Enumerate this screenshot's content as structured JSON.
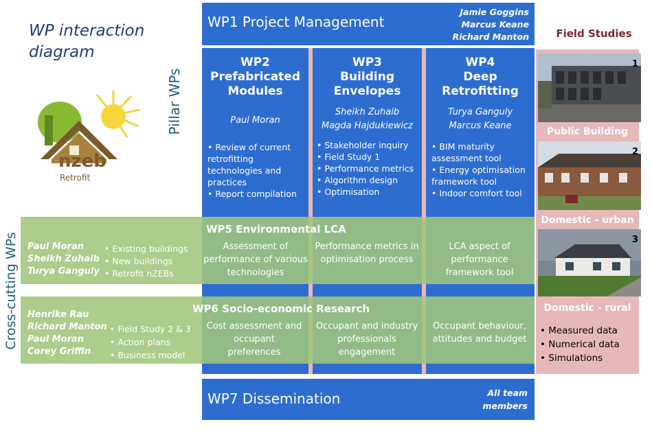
{
  "diagram": {
    "title_line1": "WP interaction",
    "title_line2": "diagram",
    "logo_text": "nzeb",
    "logo_sub": "Retrofit",
    "pillar_label": "Pillar WPs",
    "crosscut_label": "Cross-cutting WPs"
  },
  "wp1": {
    "title": "WP1 Project Management",
    "people": [
      "Jamie Goggins",
      "Marcus Keane",
      "Richard Manton"
    ]
  },
  "wp2": {
    "title": [
      "WP2",
      "Prefabricated",
      "Modules"
    ],
    "people": [
      "Paul Moran"
    ],
    "items": [
      "Review of current retrofitting technologies and practices",
      "Report compilation"
    ]
  },
  "wp3": {
    "title": [
      "WP3",
      "Building",
      "Envelopes"
    ],
    "people": [
      "Sheikh Zuhaib",
      "Magda Hajdukiewicz"
    ],
    "items": [
      "Stakeholder inquiry",
      "Field Study 1",
      "Performance metrics",
      "Algorithm design",
      "Optimisation"
    ]
  },
  "wp4": {
    "title": [
      "WP4",
      "Deep",
      "Retrofitting"
    ],
    "people": [
      "Turya Ganguly",
      "Marcus Keane"
    ],
    "items": [
      "BIM maturity assessment tool",
      "Energy optimisation framework tool",
      "Indoor comfort tool"
    ]
  },
  "wp5": {
    "title": "WP5 Environmental LCA",
    "people": [
      "Paul Moran",
      "Sheikh Zuhaib",
      "Turya Ganguly"
    ],
    "items": [
      "Existing buildings",
      "New buildings",
      "Retrofit nZEBs"
    ],
    "cells": [
      "Assessment of performance of various technologies",
      "Performance metrics in optimisation process",
      "LCA aspect of performance framework tool"
    ]
  },
  "wp6": {
    "title": "WP6 Socio-economic Research",
    "people": [
      "Henrike Rau",
      "Richard Manton",
      "Paul Moran",
      "Corey Griffin"
    ],
    "items": [
      "Field Study 2 & 3",
      "Action plans",
      "Business model"
    ],
    "cells": [
      "Cost assessment and occupant preferences",
      "Occupant and industry professionals engagement",
      "Occupant behaviour, attitudes and budget"
    ]
  },
  "wp7": {
    "title": "WP7 Dissemination",
    "people": [
      "All team",
      "members"
    ]
  },
  "field": {
    "title": "Field Studies",
    "studies": [
      {
        "num": "1",
        "label": "Public Building"
      },
      {
        "num": "2",
        "label": "Domestic - urban"
      },
      {
        "num": "3",
        "label": "Domestic - rural"
      }
    ],
    "items": [
      "Measured data",
      "Numerical data",
      "Simulations"
    ]
  },
  "colors": {
    "wp_blue": "#2e6dd0",
    "field_pink": "#e6b9b8",
    "lca_green": "#a0c67c",
    "title_navy": "#1f3d7a",
    "title_teal": "#1f5f74"
  }
}
